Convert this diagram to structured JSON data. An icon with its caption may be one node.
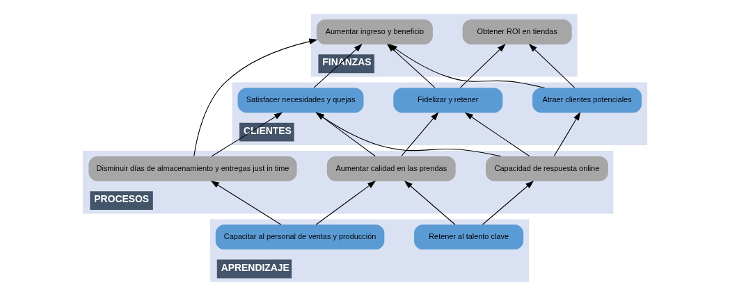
{
  "diagram": {
    "nodes": [
      {
        "text": [
          "FINANZAS"
        ]
      },
      {
        "text": [
          "Aumentar ingreso y beneficio"
        ],
        "in": 0
      },
      {
        "text": [
          "Obtener ROI en tiendas"
        ],
        "in": 0
      },
      {
        "text": [
          "CLIENTES"
        ]
      },
      {
        "text": [
          "Satisfacer necesidades y quejas"
        ],
        "in": 3
      },
      {
        "text": [
          "Atraer clientes potenciales"
        ],
        "in": 3
      },
      {
        "text": [
          "Fidelizar y retener"
        ],
        "in": 3
      },
      {
        "text": [
          "PROCESOS"
        ]
      },
      {
        "text": [
          "Disminuir días de almacenamiento y entregas just in time"
        ],
        "in": 7
      },
      {
        "text": [
          "Capacidad de respuesta online"
        ],
        "in": 7
      },
      {
        "text": [
          "Aumentar calidad en las prendas"
        ],
        "in": 7
      },
      {
        "text": [
          "APRENDIZAJE"
        ]
      },
      {
        "text": [
          "Capacitar al personal de ventas y producción"
        ],
        "in": 11
      },
      {
        "text": [
          "Retener al talento clave"
        ],
        "in": 11
      }
    ],
    "edges": [
      {
        "from": 4,
        "to": 1,
        "arrow": "to"
      },
      {
        "from": 5,
        "to": 1,
        "arrow": "to"
      },
      {
        "from": 5,
        "to": 2,
        "arrow": "to"
      },
      {
        "from": 6,
        "to": 1,
        "arrow": "to"
      },
      {
        "from": 6,
        "to": 2,
        "arrow": "to"
      },
      {
        "from": 8,
        "to": 1,
        "arrow": "to"
      },
      {
        "from": 8,
        "to": 4,
        "arrow": "to"
      },
      {
        "from": 9,
        "to": 4,
        "arrow": "to"
      },
      {
        "from": 9,
        "to": 5,
        "arrow": "to"
      },
      {
        "from": 9,
        "to": 6,
        "arrow": "to"
      },
      {
        "from": 10,
        "to": 4,
        "arrow": "to"
      },
      {
        "from": 10,
        "to": 6,
        "arrow": "to"
      },
      {
        "from": 12,
        "to": 8,
        "arrow": "to"
      },
      {
        "from": 12,
        "to": 10,
        "arrow": "to"
      },
      {
        "from": 13,
        "to": 9,
        "arrow": "to"
      },
      {
        "from": 13,
        "to": 10,
        "arrow": "to"
      }
    ]
  }
}
